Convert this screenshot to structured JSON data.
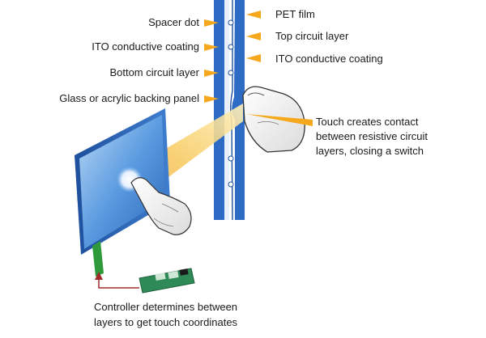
{
  "labels_left": {
    "spacer_dot": "Spacer dot",
    "ito_coating": "ITO conductive coating",
    "bottom_layer": "Bottom circuit layer",
    "backing_panel": "Glass or acrylic backing panel"
  },
  "labels_right": {
    "pet_film": "PET film",
    "top_layer": "Top circuit layer",
    "ito_coating": "ITO conductive coating"
  },
  "touch_note": {
    "line1": "Touch creates contact",
    "line2": "between resistive circuit",
    "line3": "layers, closing a switch"
  },
  "controller_note": {
    "line1": "Controller determines between",
    "line2": "layers to get touch coordinates"
  },
  "colors": {
    "arrow": "#f5a81c",
    "layer_blue": "#2d6bc4",
    "panel_blue": "#5a9be0",
    "cable_green": "#2f9a3c",
    "board_green": "#2e8b57",
    "wire_red": "#a12a2a"
  }
}
